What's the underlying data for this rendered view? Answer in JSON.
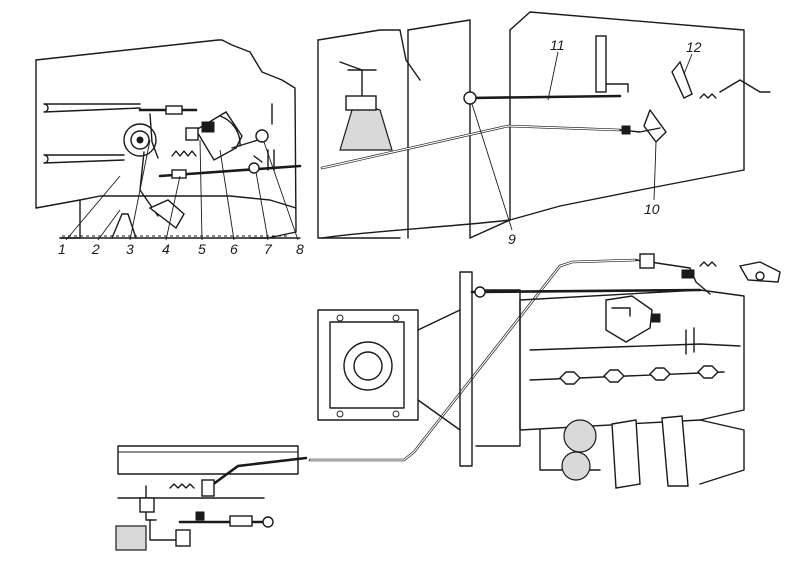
{
  "diagram": {
    "callouts": [
      {
        "id": "c1",
        "text": "1"
      },
      {
        "id": "c2",
        "text": "2"
      },
      {
        "id": "c3",
        "text": "3"
      },
      {
        "id": "c4",
        "text": "4"
      },
      {
        "id": "c5",
        "text": "5"
      },
      {
        "id": "c6",
        "text": "6"
      },
      {
        "id": "c7",
        "text": "7"
      },
      {
        "id": "c8",
        "text": "8"
      },
      {
        "id": "c9",
        "text": "9"
      },
      {
        "id": "c10",
        "text": "10"
      },
      {
        "id": "c11",
        "text": "11"
      },
      {
        "id": "c12",
        "text": "12"
      }
    ],
    "colors": {
      "line": "#1a1a1a",
      "background": "#ffffff",
      "shade": "#d9d9d9"
    }
  }
}
